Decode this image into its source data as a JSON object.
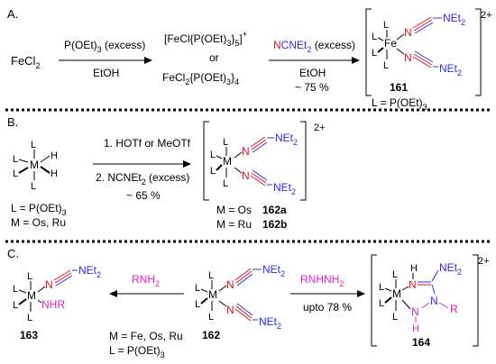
{
  "colors": {
    "nitrogen": "#2a2cf0",
    "coordinated_nitrogen": "#e0141c",
    "amine_highlight": "#e020c8",
    "ink": "#000000",
    "divider": "#000000"
  },
  "panel_a": {
    "label": "A.",
    "start": "FeCl",
    "start_sub": "2",
    "step1_above_1": "P(OEt)",
    "step1_above_sub": "3",
    "step1_above_2": " (excess)",
    "step1_below": "EtOH",
    "inter1_a": "[FeCl{P(OEt)",
    "inter1_sub": "3",
    "inter1_b": "}",
    "inter1_sub2": "5",
    "inter1_c": "]",
    "inter1_sup": "+",
    "or": "or",
    "inter2_a": "FeCl",
    "inter2_sub": "2",
    "inter2_b": "{P(OEt)",
    "inter2_sub2": "3",
    "inter2_c": "}",
    "inter2_sub3": "4",
    "step2_above_red": "N",
    "step2_above_blue": "CNEt",
    "step2_above_sub": "2",
    "step2_above_tail": " (excess)",
    "step2_below": "EtOH",
    "step2_yield": "~ 75 %",
    "metal": "Fe",
    "charge": "2+",
    "compound": "161",
    "ligand_def_a": "L = P(OEt)",
    "ligand_def_sub": "3"
  },
  "panel_b": {
    "label": "B.",
    "metal": "M",
    "h": "H",
    "ligand_def_a": "L = P(OEt)",
    "ligand_def_sub": "3",
    "metal_def": "M  = Os, Ru",
    "step1": "1. HOTf or MeOTf",
    "step2_a": "2. NCNEt",
    "step2_sub": "2",
    "step2_b": " (excess)",
    "yield": "~ 65 %",
    "charge": "2+",
    "os_def": "M = Os",
    "os_compound": "162a",
    "ru_def": "M = Ru",
    "ru_compound": "162b"
  },
  "panel_c": {
    "label": "C.",
    "metal": "M",
    "nhr": "NHR",
    "reagent_left_a": "RNH",
    "reagent_left_sub": "2",
    "reagent_right": "RNHNH",
    "reagent_right_sub": "2",
    "yield_right": "upto 78 %",
    "compound_left": "163",
    "compound_mid": "162",
    "compound_right": "164",
    "metal_def": "M = Fe, Os, Ru",
    "ligand_def_a": "L = P(OEt)",
    "ligand_def_sub": "3",
    "charge": "2+",
    "n": "N",
    "h": "H",
    "r": "R"
  },
  "common": {
    "l": "L",
    "n": "N",
    "net": "NEt",
    "net_sub": "2"
  }
}
